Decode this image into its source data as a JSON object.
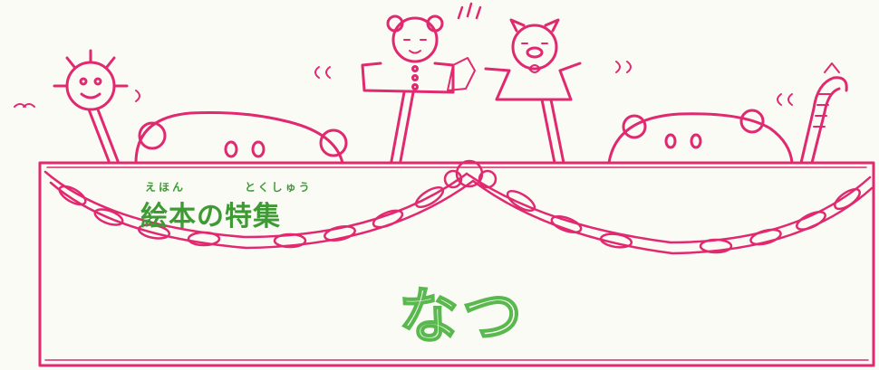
{
  "banner": {
    "title_ruby_1": "えほん",
    "title_ruby_2": "とくしゅう",
    "title": "絵本の特集",
    "season": "なつ"
  },
  "colors": {
    "outline_pink": "#e0296f",
    "title_green": "#3f9a36",
    "season_green": "#59b84e",
    "paper": "#fbfbf6"
  },
  "decorations": [
    "sun-character-icon",
    "bear-peek-icon",
    "bear-puppet-icon",
    "pig-puppet-icon",
    "pig-peek-icon",
    "snake-character-icon",
    "chain-garland-icon"
  ]
}
